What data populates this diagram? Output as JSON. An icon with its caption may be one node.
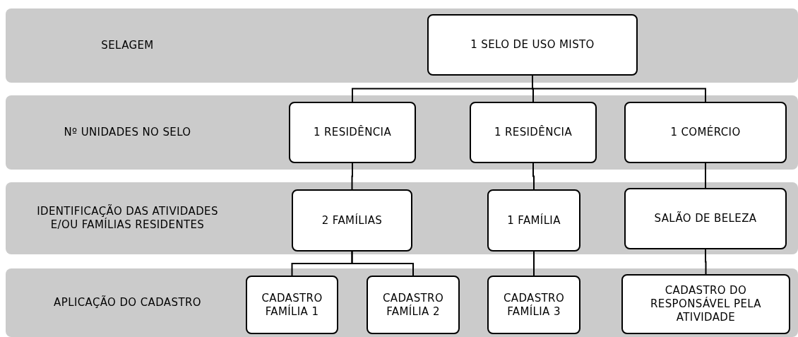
{
  "diagram": {
    "nodes": [
      {
        "text": [
          "SELAGEM"
        ]
      },
      {
        "text": [
          "1 SELO DE USO MISTO"
        ],
        "in": 0
      },
      {
        "text": [
          "Nº UNIDADES NO SELO"
        ]
      },
      {
        "text": [
          "1 RESIDÊNCIA"
        ],
        "in": 2
      },
      {
        "text": [
          "1 RESIDÊNCIA"
        ],
        "in": 2
      },
      {
        "text": [
          "1 COMÉRCIO"
        ],
        "in": 2
      },
      {
        "text": [
          "IDENTIFICAÇÃO DAS ATIVIDADES E/OU FAMÍLIAS RESIDENTES"
        ]
      },
      {
        "text": [
          "2 FAMÍLIAS"
        ],
        "in": 6
      },
      {
        "text": [
          "1 FAMÍLIA"
        ],
        "in": 6
      },
      {
        "text": [
          "SALÃO DE BELEZA"
        ],
        "in": 6
      },
      {
        "text": [
          "APLICAÇÃO DO CADASTRO"
        ]
      },
      {
        "text": [
          "CADASTRO FAMÍLIA 1"
        ],
        "in": 10
      },
      {
        "text": [
          "CADASTRO FAMÍLIA 2"
        ],
        "in": 10
      },
      {
        "text": [
          "CADASTRO FAMÍLIA 3"
        ],
        "in": 10
      },
      {
        "text": [
          "CADASTRO DO RESPONSÁVEL PELA ATIVIDADE"
        ],
        "in": 10
      }
    ],
    "edges": [
      {
        "from": 1,
        "to": 3,
        "arrow": "none"
      },
      {
        "from": 1,
        "to": 4,
        "arrow": "none"
      },
      {
        "from": 1,
        "to": 5,
        "arrow": "none"
      },
      {
        "from": 3,
        "to": 7,
        "arrow": "none"
      },
      {
        "from": 4,
        "to": 8,
        "arrow": "none"
      },
      {
        "from": 5,
        "to": 9,
        "arrow": "none"
      },
      {
        "from": 7,
        "to": 11,
        "arrow": "none"
      },
      {
        "from": 7,
        "to": 12,
        "arrow": "none"
      },
      {
        "from": 8,
        "to": 13,
        "arrow": "none"
      },
      {
        "from": 9,
        "to": 14,
        "arrow": "none"
      }
    ]
  }
}
